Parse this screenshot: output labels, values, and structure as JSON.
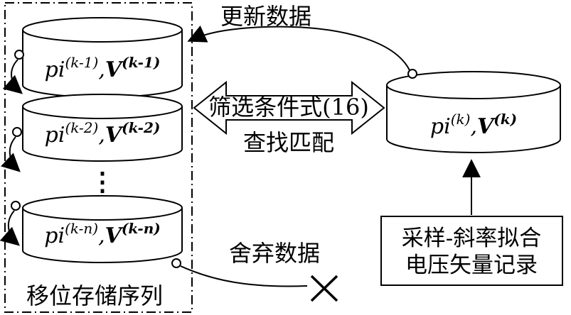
{
  "diagram": {
    "colors": {
      "stroke": "#000000",
      "fill": "#ffffff"
    },
    "shift_register": {
      "label": "移位存储序列",
      "ellipsis": "⋮",
      "cylinders": [
        {
          "p": "pi",
          "p_sup": "(k-1)",
          "comma": ",",
          "v": "V",
          "v_sup": "(k-1)"
        },
        {
          "p": "pi",
          "p_sup": "(k-2)",
          "comma": ",",
          "v": "V",
          "v_sup": "(k-2)"
        },
        {
          "p": "pi",
          "p_sup": "(k-n)",
          "comma": ",",
          "v": "V",
          "v_sup": "(k-n)"
        }
      ]
    },
    "current_cylinder": {
      "p": "pi",
      "p_sup": "(k)",
      "comma": ",",
      "v": "V",
      "v_sup": "(k)"
    },
    "labels": {
      "update": "更新数据",
      "filter": "筛选条件式(16)",
      "match": "查找匹配",
      "discard": "舍弃数据"
    },
    "record_box": {
      "line1": "采样-斜率拟合",
      "line2": "电压矢量记录"
    }
  }
}
